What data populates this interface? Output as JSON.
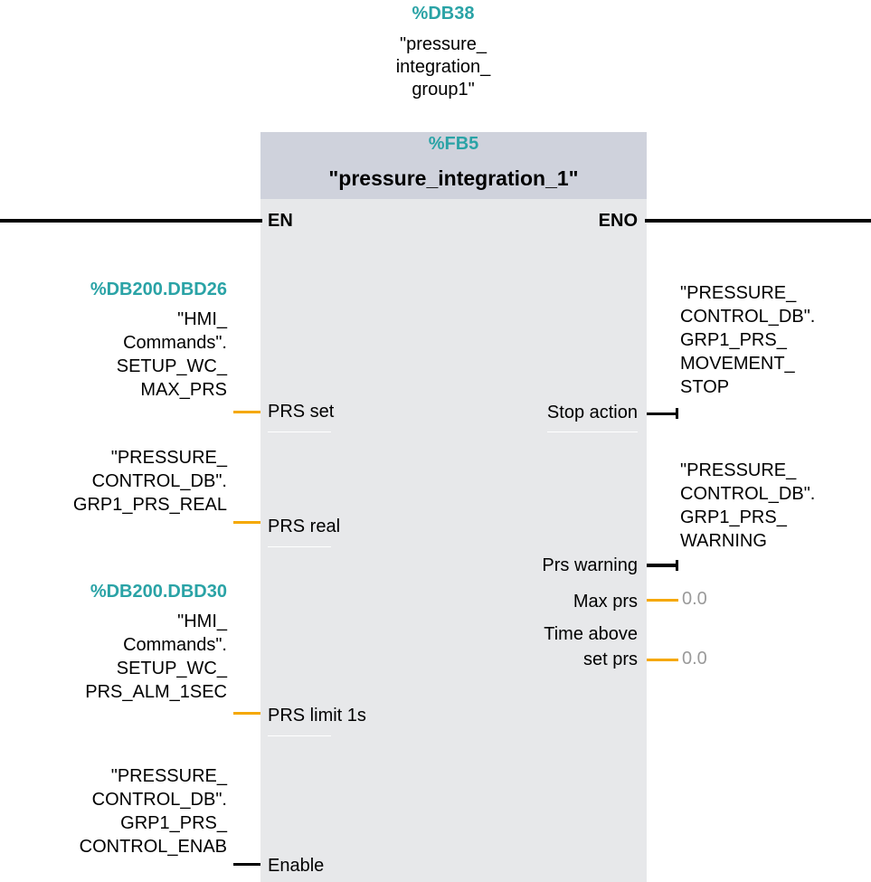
{
  "instance": {
    "address": "%DB38",
    "name_lines": [
      "\"pressure_",
      "integration_",
      "group1\""
    ]
  },
  "block": {
    "type": "%FB5",
    "name": "\"pressure_integration_1\""
  },
  "pins": {
    "en": "EN",
    "eno": "ENO",
    "prs_set": "PRS set",
    "prs_real": "PRS real",
    "prs_limit": "PRS limit 1s",
    "enable": "Enable",
    "stop_action": "Stop action",
    "prs_warning": "Prs warning",
    "max_prs": "Max prs",
    "time_above_1": "Time above",
    "time_above_2": "set prs"
  },
  "params": {
    "prs_set_addr": "%DB200.DBD26",
    "prs_set_lines": [
      "\"HMI_",
      "Commands\".",
      "SETUP_WC_",
      "MAX_PRS"
    ],
    "prs_real_lines": [
      "\"PRESSURE_",
      "CONTROL_DB\".",
      "GRP1_PRS_REAL"
    ],
    "prs_limit_addr": "%DB200.DBD30",
    "prs_limit_lines": [
      "\"HMI_",
      "Commands\".",
      "SETUP_WC_",
      "PRS_ALM_1SEC"
    ],
    "enable_lines": [
      "\"PRESSURE_",
      "CONTROL_DB\".",
      "GRP1_PRS_",
      "CONTROL_ENAB"
    ],
    "stop_action_lines": [
      "\"PRESSURE_",
      "CONTROL_DB\".",
      "GRP1_PRS_",
      "MOVEMENT_",
      "STOP"
    ],
    "prs_warning_lines": [
      "\"PRESSURE_",
      "CONTROL_DB\".",
      "GRP1_PRS_",
      "WARNING"
    ],
    "max_prs_value": "0.0",
    "time_above_value": "0.0"
  }
}
